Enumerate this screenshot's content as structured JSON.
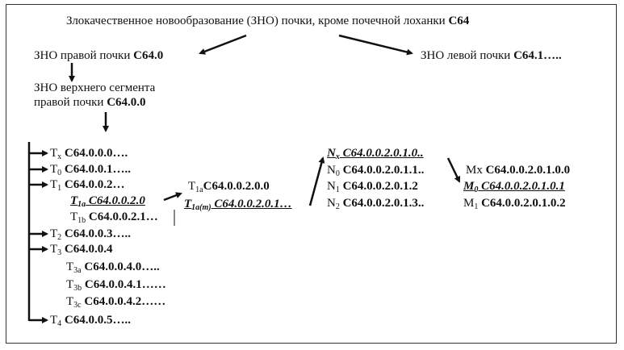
{
  "root": {
    "text": "Злокачественное новообразование (ЗНО) почки, кроме почечной лоханки ",
    "code": "С64"
  },
  "right_kidney": {
    "text": "ЗНО правой почки ",
    "code": "С64.0"
  },
  "left_kidney": {
    "text": "ЗНО левой почки ",
    "code": "С64.1….."
  },
  "upper_segment": {
    "line1": "ЗНО верхнего сегмента",
    "line2": "правой почки ",
    "code": "С64.0.0"
  },
  "t_items": [
    {
      "main": "T",
      "sub": "x",
      "code": " С64.0.0.0…."
    },
    {
      "main": "T",
      "sub": "0",
      "code": " С64.0.0.1….."
    },
    {
      "main": "T",
      "sub": "1",
      "code": " С64.0.0.2…"
    },
    {
      "main": "T",
      "sub": "1a",
      "code": " С64.0.0.2.0"
    },
    {
      "main": "T",
      "sub": "1b",
      "code": " С64.0.0.2.1…"
    },
    {
      "main": "T",
      "sub": "2",
      "code": " С64.0.0.3….."
    },
    {
      "main": "T",
      "sub": "3",
      "code": " С64.0.0.4"
    },
    {
      "main": "T",
      "sub": "3a",
      "code": " С64.0.0.4.0….."
    },
    {
      "main": "T",
      "sub": "3b",
      "code": " С64.0.0.4.1……"
    },
    {
      "main": "T",
      "sub": "3c",
      "code": " С64.0.0.4.2……"
    },
    {
      "main": "T",
      "sub": "4",
      "code": " С64.0.0.5….."
    }
  ],
  "t1a_branch": [
    {
      "main": "T",
      "sub": "1a",
      "code": "С64.0.0.2.0.0"
    },
    {
      "main": "T",
      "sub": "1a(m)",
      "code": " С64.0.0.2.0.1…"
    }
  ],
  "n_items": [
    {
      "main": "N",
      "sub": "x",
      "code": " С64.0.0.2.0.1.0.."
    },
    {
      "main": "N",
      "sub": "0",
      "code": " С64.0.0.2.0.1.1.."
    },
    {
      "main": "N",
      "sub": "1",
      "code": " С64.0.0.2.0.1.2"
    },
    {
      "main": "N",
      "sub": "2",
      "code": " С64.0.0.2.0.1.3.."
    }
  ],
  "m_items": [
    {
      "main": "Mx",
      "sub": "",
      "code": " С64.0.0.2.0.1.0.0"
    },
    {
      "main": "M",
      "sub": "0",
      "code": " С64.0.0.2.0.1.0.1"
    },
    {
      "main": "M",
      "sub": "1",
      "code": "  С64.0.0.2.0.1.0.2"
    }
  ]
}
